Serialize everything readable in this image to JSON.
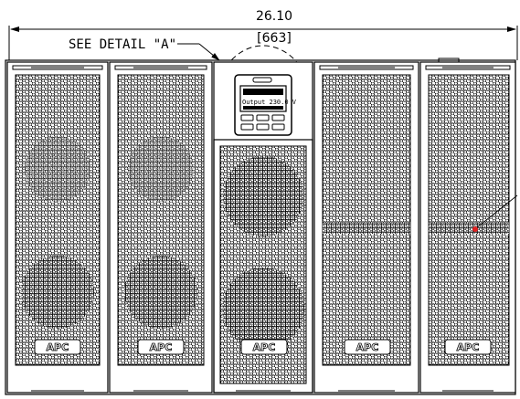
{
  "dimension": {
    "inches": "26.10",
    "millimeters": "[663]"
  },
  "callout": {
    "label": "SEE DETAIL \"A\""
  },
  "display": {
    "output_text": "Output 230.0 V"
  },
  "modules": [
    {
      "id": "module-1",
      "logo": "APC",
      "kind": "fan"
    },
    {
      "id": "module-2",
      "logo": "APC",
      "kind": "fan"
    },
    {
      "id": "module-3",
      "logo": "APC",
      "kind": "center"
    },
    {
      "id": "module-4",
      "logo": "APC",
      "kind": "plain"
    },
    {
      "id": "module-5",
      "logo": "APC",
      "kind": "plain"
    }
  ],
  "colors": {
    "line": "#000000",
    "background": "#ffffff",
    "marker": "#e02020"
  }
}
